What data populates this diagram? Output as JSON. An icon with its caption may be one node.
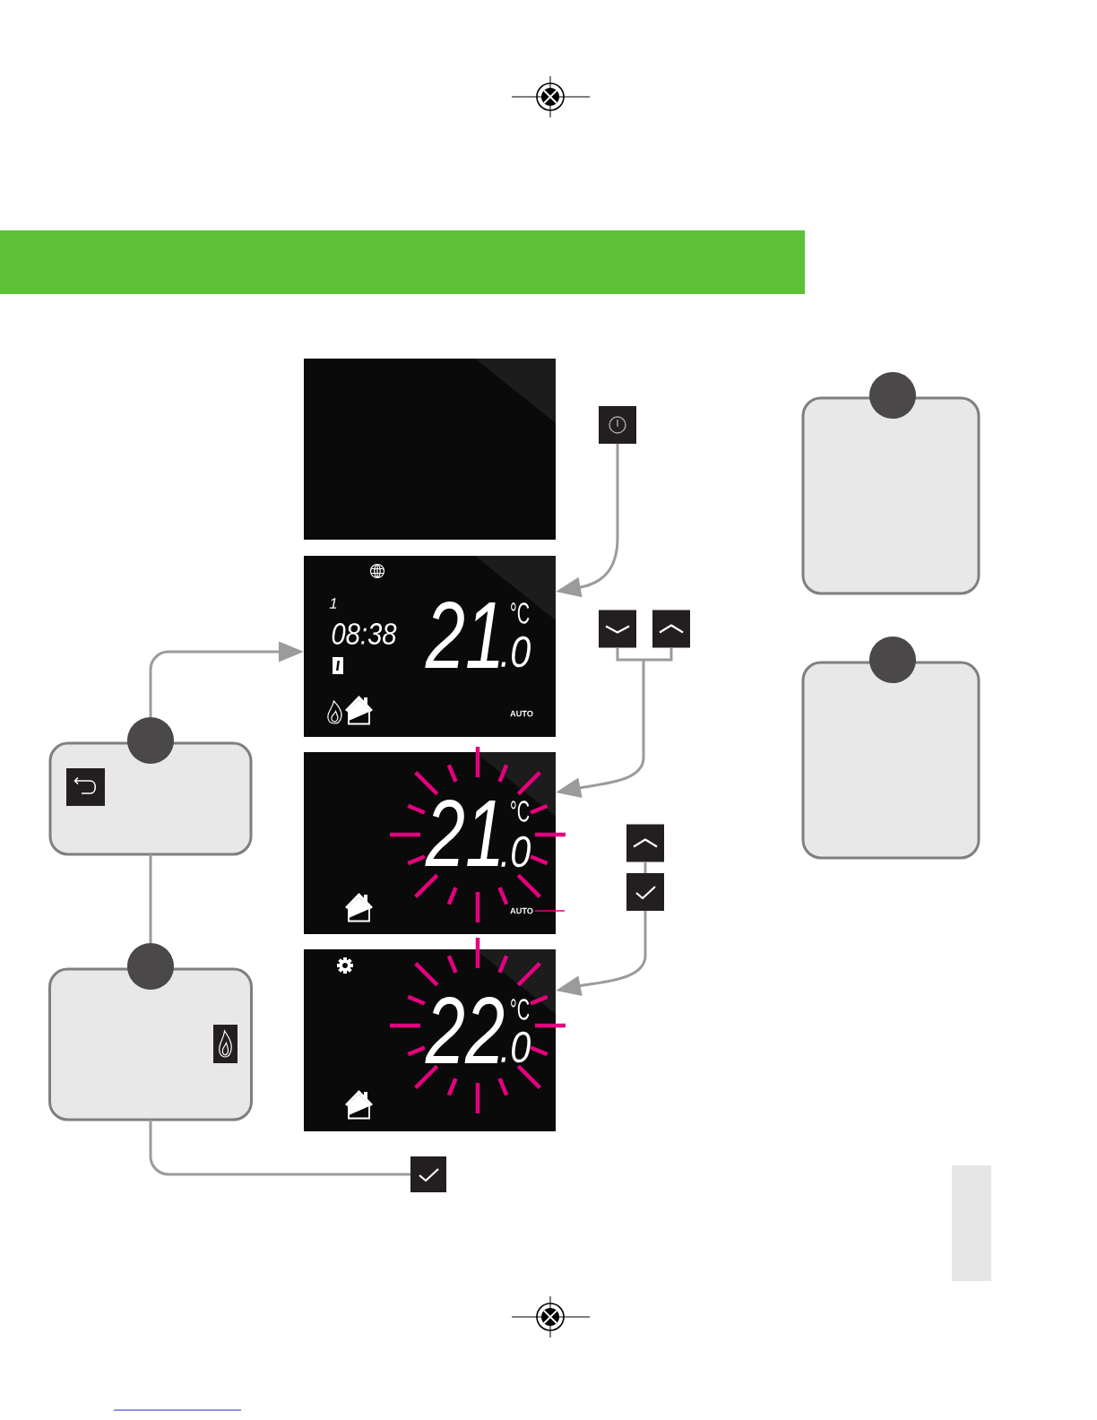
{
  "diagram": {
    "nodes": [
      {
        "text": [],
        "shape": "box"
      },
      {
        "text": [],
        "shape": "box"
      },
      {
        "text": [
          "1",
          "08:38",
          "21",
          "°C",
          ".0",
          "AUTO"
        ]
      },
      {
        "text": [],
        "shape": "box"
      },
      {
        "text": [],
        "shape": "box"
      },
      {
        "text": [
          "21",
          "°C",
          ".0"
        ]
      },
      {
        "text": [
          "AUTO"
        ],
        "in": 5
      },
      {
        "text": [],
        "shape": "box"
      },
      {
        "text": [],
        "shape": "box"
      },
      {
        "text": [
          "22",
          "°C",
          ".0"
        ]
      },
      {
        "text": [],
        "shape": "box"
      },
      {
        "text": [],
        "shape": "box"
      },
      {
        "text": [],
        "shape": "circle"
      },
      {
        "text": [],
        "shape": "box"
      },
      {
        "text": [],
        "shape": "circle"
      },
      {
        "text": [],
        "shape": "box"
      },
      {
        "text": [],
        "shape": "circle"
      },
      {
        "text": [],
        "shape": "box"
      },
      {
        "text": [],
        "shape": "circle"
      },
      {
        "text": [],
        "shape": "box"
      }
    ],
    "edges": [
      {
        "from": 1,
        "to": 2,
        "arrow": "to"
      },
      {
        "from": 3,
        "to": 5,
        "arrow": "to"
      },
      {
        "from": 4,
        "to": 5,
        "arrow": "to"
      },
      {
        "from": 7,
        "to": 8,
        "arrow": "none"
      },
      {
        "from": 8,
        "to": 9,
        "arrow": "to"
      },
      {
        "from": 6,
        "to": null,
        "arrow": "none",
        "color": "#e5007e"
      },
      {
        "from": 16,
        "to": 2,
        "arrow": "to"
      },
      {
        "from": 15,
        "to": 18,
        "arrow": "none"
      },
      {
        "from": 17,
        "to": 10,
        "arrow": "none"
      }
    ]
  }
}
